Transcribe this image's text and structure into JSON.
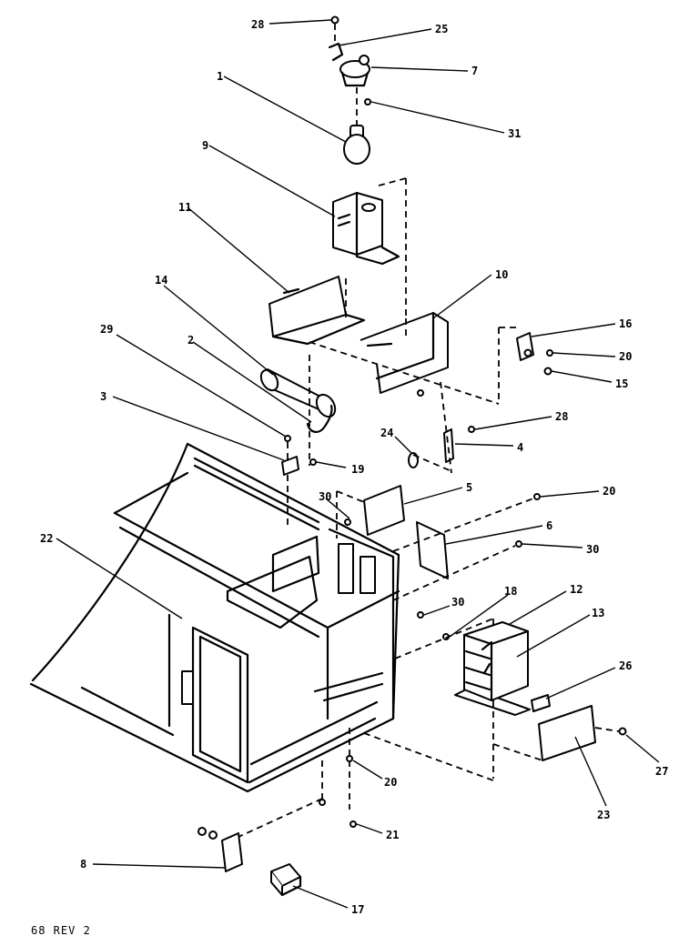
{
  "diagram": {
    "labels": {
      "p1": "1",
      "p2": "2",
      "p3": "3",
      "p4": "4",
      "p5": "5",
      "p6": "6",
      "p7": "7",
      "p8": "8",
      "p9": "9",
      "p10": "10",
      "p11": "11",
      "p12": "12",
      "p13": "13",
      "p14": "14",
      "p15": "15",
      "p16": "16",
      "p17": "17",
      "p18": "18",
      "p19": "19",
      "p20a": "20",
      "p20b": "20",
      "p20c": "20",
      "p21": "21",
      "p22": "22",
      "p23": "23",
      "p24": "24",
      "p25": "25",
      "p26": "26",
      "p27": "27",
      "p28a": "28",
      "p28b": "28",
      "p29": "29",
      "p30a": "30",
      "p30b": "30",
      "p30c": "30",
      "p31": "31"
    },
    "footer_code": "68 REV 2",
    "colors": {
      "ink": "#000000",
      "paper": "#ffffff"
    }
  }
}
